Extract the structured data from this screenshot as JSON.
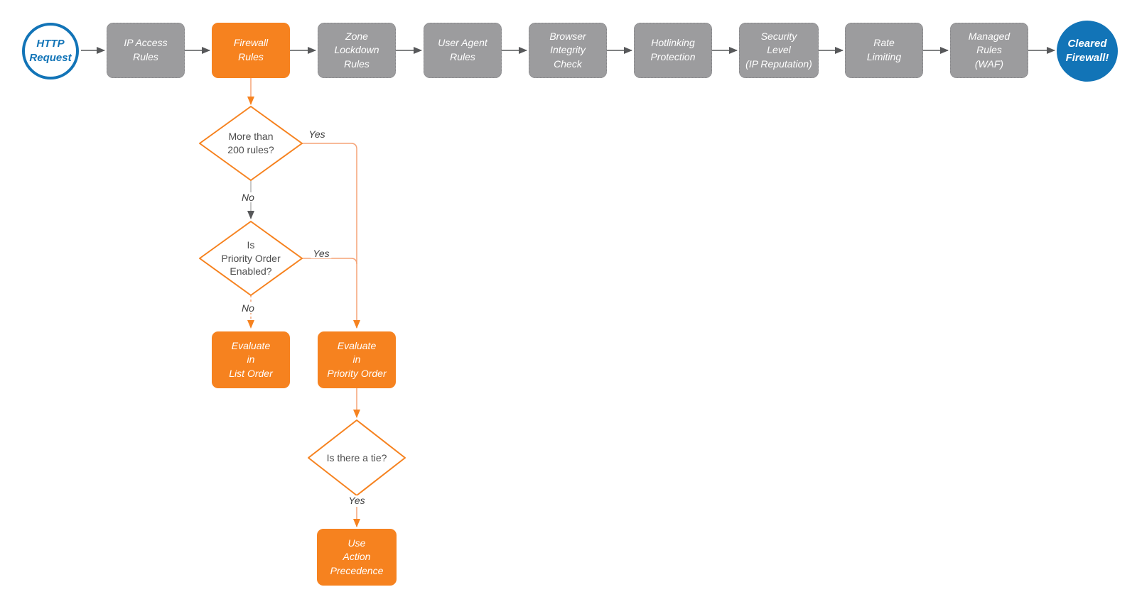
{
  "pipeline": {
    "start_label": "HTTP\nRequest",
    "end_label": "Cleared\nFirewall!",
    "steps": [
      {
        "label": "IP Access\nRules"
      },
      {
        "label": "Firewall\nRules"
      },
      {
        "label": "Zone\nLockdown\nRules"
      },
      {
        "label": "User Agent\nRules"
      },
      {
        "label": "Browser\nIntegrity\nCheck"
      },
      {
        "label": "Hotlinking\nProtection"
      },
      {
        "label": "Security\nLevel\n(IP Reputation)"
      },
      {
        "label": "Rate\nLimiting"
      },
      {
        "label": "Managed\nRules\n(WAF)"
      }
    ]
  },
  "branch": {
    "decision_rule_count": "More than\n200 rules?",
    "decision_priority": "Is\nPriority Order\nEnabled?",
    "decision_tie": "Is there a tie?",
    "evaluate_list": "Evaluate\nin\nList Order",
    "evaluate_priority": "Evaluate\nin\nPriority Order",
    "use_action_precedence": "Use\nAction\nPrecedence",
    "label_yes_rules": "Yes",
    "label_no_rules": "No",
    "label_yes_priority": "Yes",
    "label_no_priority": "No",
    "label_yes_tie": "Yes"
  },
  "colors": {
    "orange": "#F6821F",
    "orange_line": "#F5A376",
    "gray_node": "#9C9C9E",
    "blue": "#1274B7",
    "arrow_dark": "#57585A"
  }
}
